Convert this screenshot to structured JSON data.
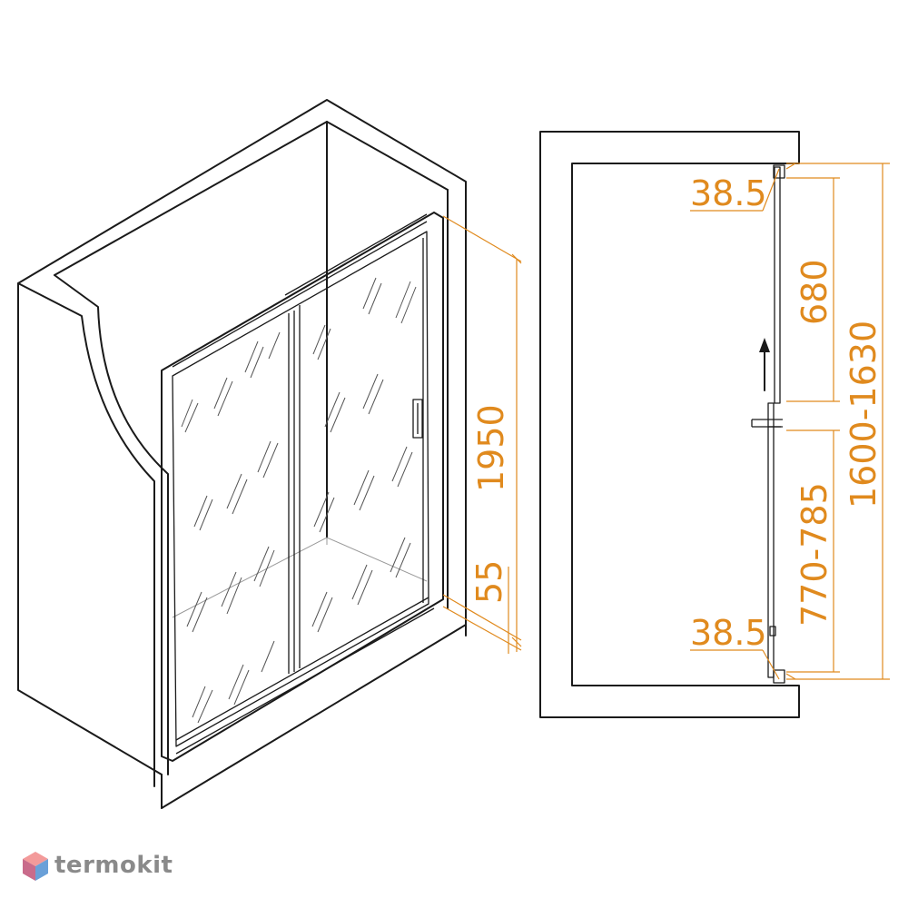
{
  "brand": {
    "name": "termokit",
    "colors": {
      "icon_top": "#f39a9a",
      "icon_left": "#c96b8b",
      "icon_right": "#6aa0d8"
    }
  },
  "colors": {
    "line": "#1a1a1a",
    "dimension": "#e08a1e"
  },
  "iso_view": {
    "dimensions": {
      "height": "1950",
      "tray": "55"
    }
  },
  "plan_view": {
    "dimensions": {
      "top_offset": "38.5",
      "fixed_panel": "680",
      "total_width": "1600-1630",
      "door_opening": "770-785",
      "bottom_offset": "38.5"
    }
  }
}
